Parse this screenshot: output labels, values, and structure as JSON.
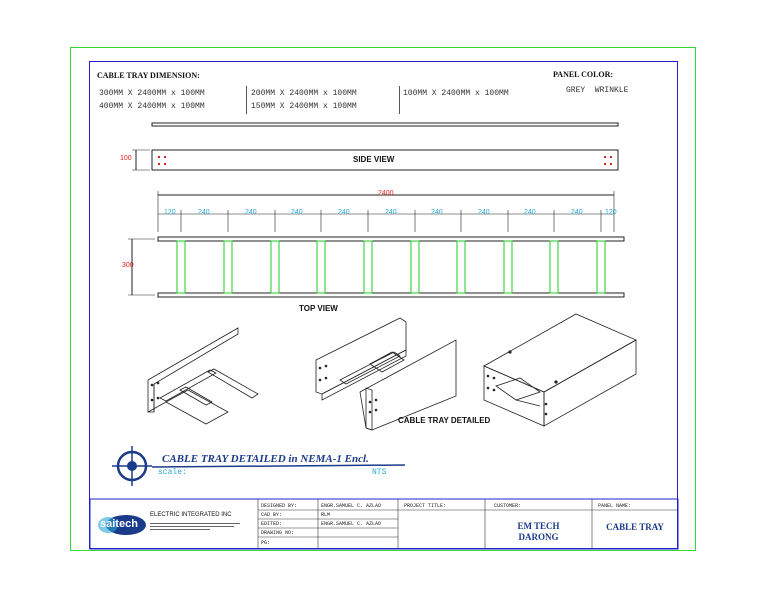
{
  "header": {
    "dimension_title": "CABLE TRAY DIMENSION:",
    "dims_col1": [
      "300MM X 2400MM x 100MM",
      "400MM X 2400MM x 100MM"
    ],
    "dims_col2": [
      "200MM X 2400MM x 100MM",
      "150MM X 2400MM x 100MM"
    ],
    "dims_col3": [
      "100MM X 2400MM x 100MM"
    ],
    "panel_color_title": "PANEL COLOR:",
    "panel_color_value": "GREY  WRINKLE"
  },
  "side_view": {
    "label": "SIDE VIEW",
    "height_dim": "100"
  },
  "top_view": {
    "label": "TOP VIEW",
    "overall_length": "2400",
    "width_dim": "300",
    "segments": [
      "120",
      "240",
      "240",
      "240",
      "240",
      "240",
      "240",
      "240",
      "240",
      "240",
      "120"
    ]
  },
  "detail": {
    "label": "CABLE TRAY DETAILED"
  },
  "drawing_title": {
    "title": "CABLE TRAY DETAILED in NEMA-1 Encl.",
    "scale_label": "scale:",
    "scale_value": "NTS"
  },
  "title_block": {
    "company_name": "ELECTRIC INTEGRATED INC",
    "logo_text": "saitech",
    "designed_by_label": "DESIGNED BY:",
    "designed_by_value": "ENGR.SAMUEL C. AZLAO",
    "cad_by_label": "CAD BY:",
    "cad_by_value": "RLM",
    "edited_label": "EDITED:",
    "edited_value": "ENGR.SAMUEL C. AZLAO",
    "drawing_no_label": "DRAWING NO:",
    "pg_label": "PG:",
    "project_title_label": "PROJECT TITLE:",
    "customer_label": "CUSTOMER:",
    "customer_value_1": "EM TECH",
    "customer_value_2": "DARONG",
    "panel_name_label": "PANEL NAME:",
    "panel_name_value": "CABLE TRAY"
  },
  "colors": {
    "border_green": "#33dd33",
    "border_blue": "#2222cc",
    "rung_green": "#22cc22",
    "dim_blue": "#2aa7d6",
    "dim_red": "#e02020",
    "title_blue": "#1a3a8a"
  }
}
